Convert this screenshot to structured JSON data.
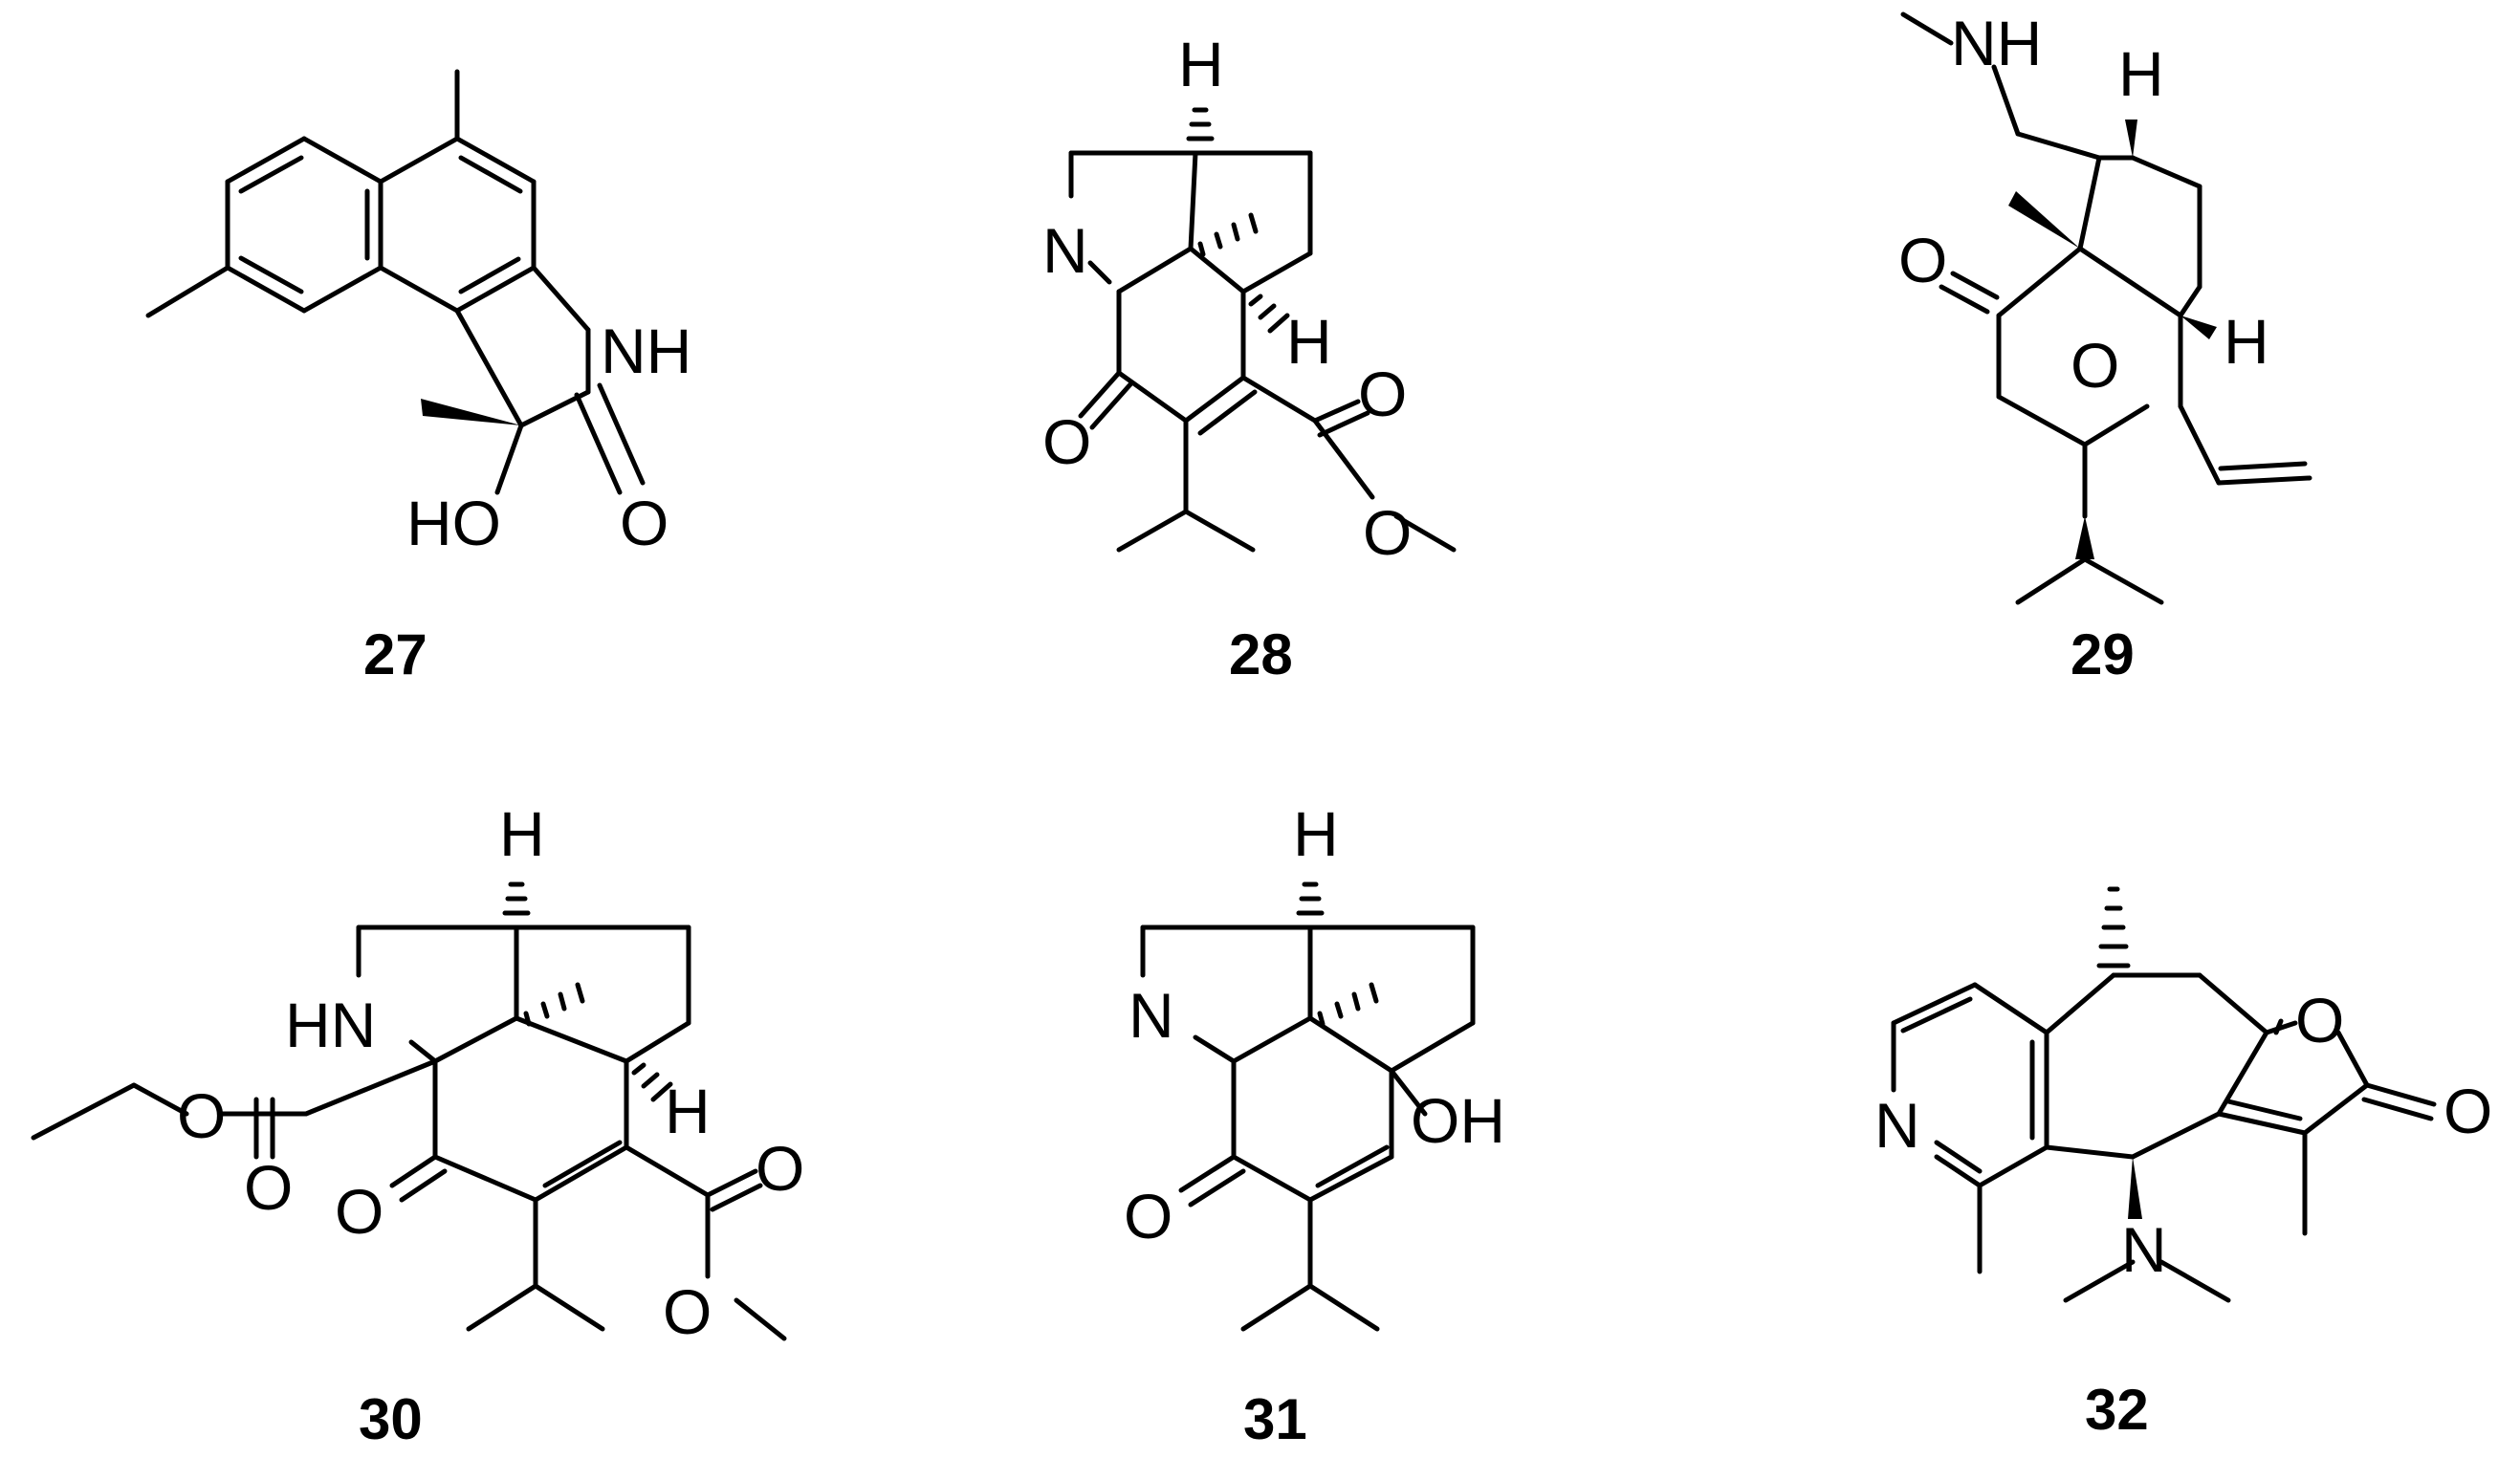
{
  "colors": {
    "ink": "#000000",
    "background": "#ffffff"
  },
  "compounds": [
    {
      "label": "27",
      "atoms": [
        "NH",
        "HO",
        "O"
      ]
    },
    {
      "label": "28",
      "atoms": [
        "H",
        "N",
        "H",
        "O",
        "O",
        "O"
      ]
    },
    {
      "label": "29",
      "atoms": [
        "NH",
        "H",
        "O",
        "O",
        "H"
      ]
    },
    {
      "label": "30",
      "atoms": [
        "H",
        "HN",
        "H",
        "O",
        "O",
        "O",
        "O",
        "O"
      ]
    },
    {
      "label": "31",
      "atoms": [
        "H",
        "N",
        "OH",
        "O"
      ]
    },
    {
      "label": "32",
      "atoms": [
        "N",
        "O",
        "O",
        "N"
      ]
    }
  ]
}
